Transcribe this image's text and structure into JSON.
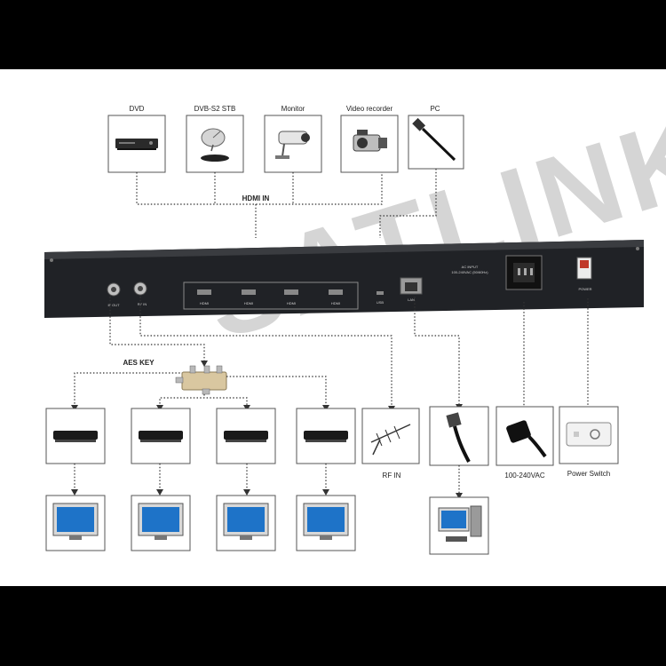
{
  "top_devices": [
    {
      "label": "DVD",
      "icon": "dvd-player-icon"
    },
    {
      "label": "DVB-S2 STB",
      "icon": "satellite-receiver-icon"
    },
    {
      "label": "Monitor",
      "icon": "security-camera-icon"
    },
    {
      "label": "Video recorder",
      "icon": "camcorder-icon"
    },
    {
      "label": "PC",
      "icon": "hdmi-cable-icon"
    }
  ],
  "hdmi_in_label": "HDMI IN",
  "watermark_text": "SATLINK",
  "panel": {
    "rf_out": "IF OUT",
    "rf_in": "RF IN",
    "hdmi_ports": [
      "HDMI",
      "HDMI",
      "HDMI",
      "HDMI"
    ],
    "usb": "USB",
    "lan": "LAN",
    "ac_input": "AC INPUT",
    "ac_input_spec": "100-240VAC (50/60Hz)",
    "power": "POWER"
  },
  "aes_key_label": "AES KEY",
  "bottom_devices": {
    "rf_in": "RF IN",
    "power_cord": "100-240VAC",
    "power_switch": "Power Switch"
  },
  "colors": {
    "panel": "#202226",
    "bars": "#000000",
    "watermark": "#c8c8c8",
    "screen": "#1e73c8"
  }
}
